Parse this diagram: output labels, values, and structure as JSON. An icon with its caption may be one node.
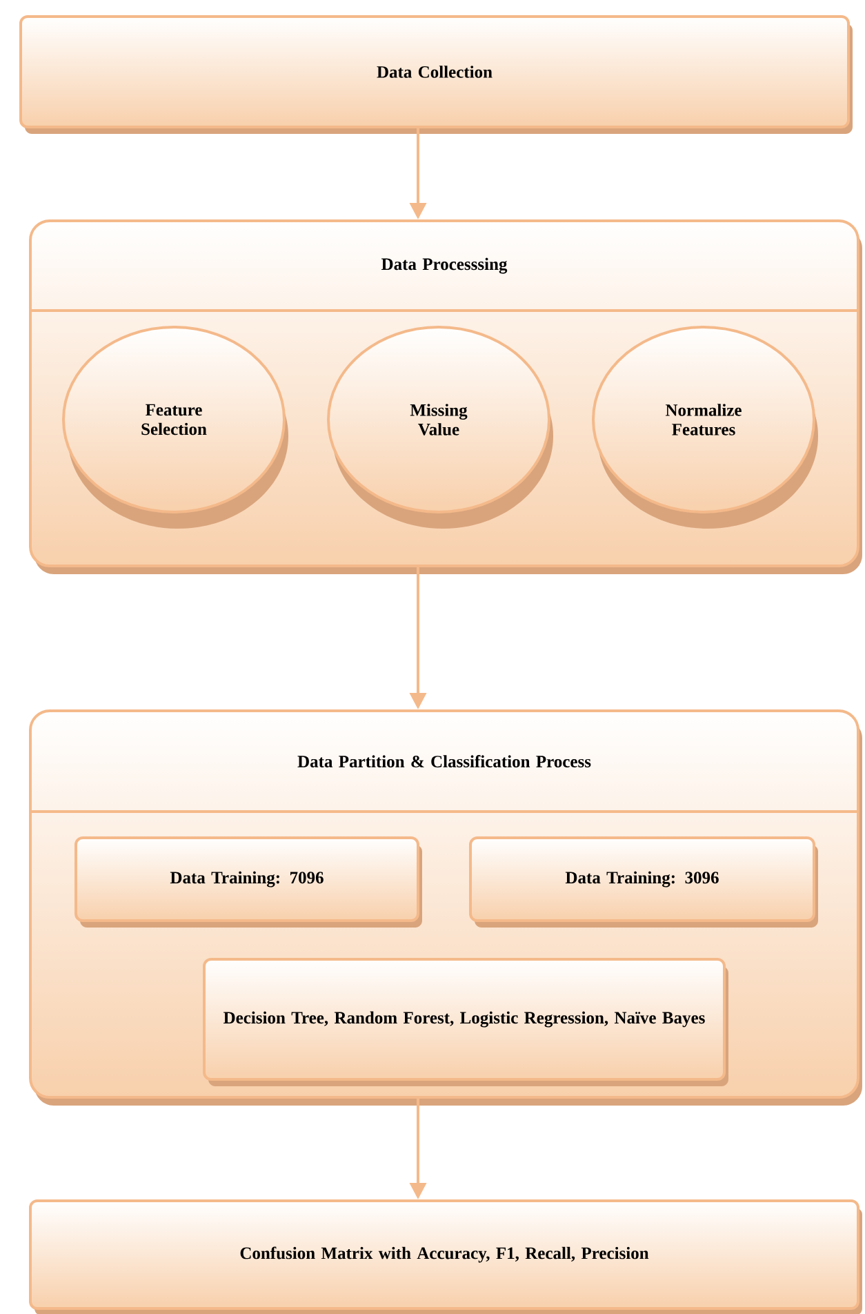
{
  "diagram": {
    "nodes": [
      {
        "text": [
          "Data Collection"
        ]
      },
      {
        "text": [
          "Data Processsing"
        ]
      },
      {
        "text": [
          "Feature Selection"
        ],
        "in": 1
      },
      {
        "text": [
          "Missing Value"
        ],
        "in": 1
      },
      {
        "text": [
          "Normalize Features"
        ],
        "in": 1
      },
      {
        "text": [
          "Data Partition & Classification Process"
        ]
      },
      {
        "text": [
          "Data Training: 7096"
        ],
        "in": 5
      },
      {
        "text": [
          "Data Training: 3096"
        ],
        "in": 5
      },
      {
        "text": [
          "Decision Tree, Random Forest, Logistic Regression, Naïve Bayes"
        ],
        "in": 5
      },
      {
        "text": [
          "Confusion Matrix with Accuracy, F1, Recall, Precision"
        ]
      }
    ],
    "edges": [
      {
        "from": 0,
        "to": 1,
        "arrow": "to"
      },
      {
        "from": 1,
        "to": 5,
        "arrow": "to"
      },
      {
        "from": 5,
        "to": 9,
        "arrow": "to"
      }
    ]
  }
}
